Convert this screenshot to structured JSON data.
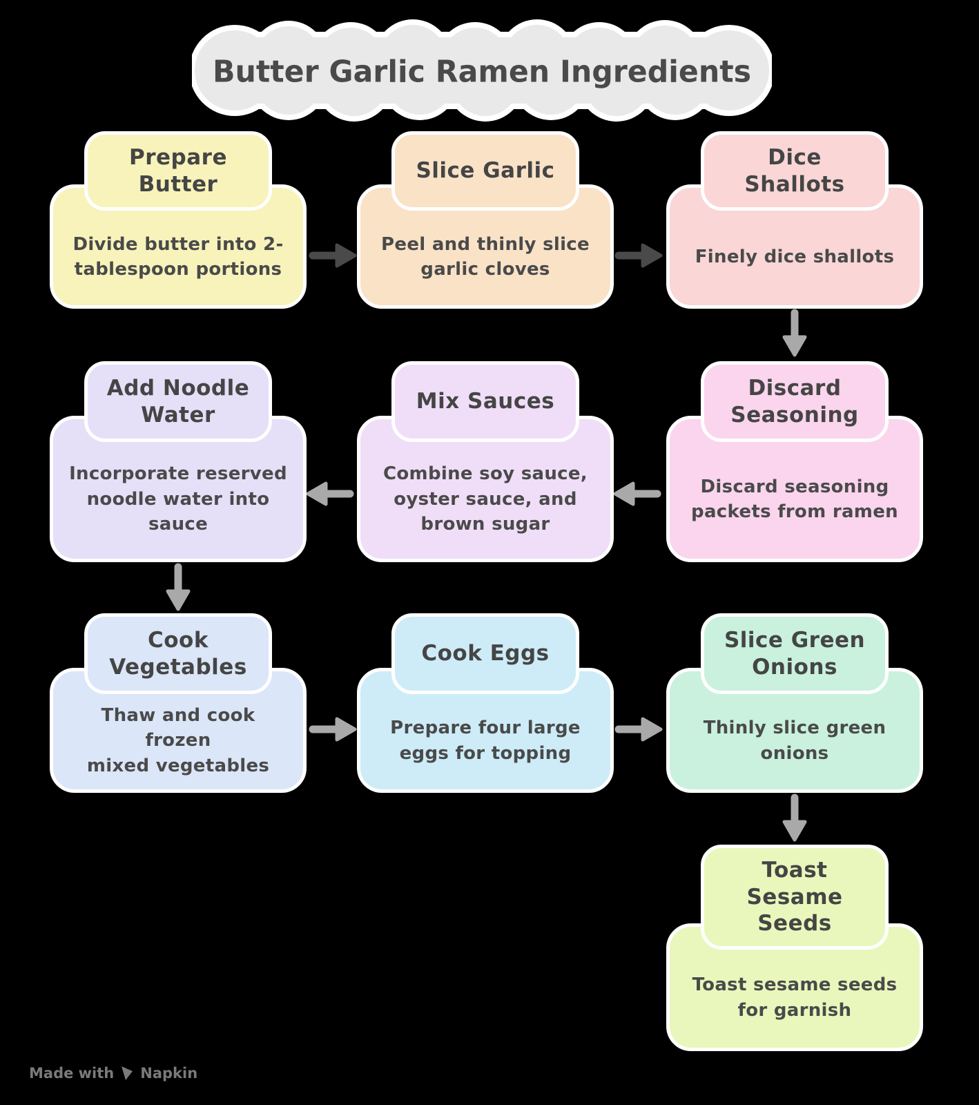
{
  "title": "Butter Garlic Ramen Ingredients",
  "palette": {
    "background": "#000000",
    "cloud_fill": "#e9e9e9",
    "cloud_border": "#ffffff",
    "node_text": "#454545",
    "arrow_dark": "#4a4a4a",
    "arrow_light": "#a9a9a9"
  },
  "nodes": [
    {
      "title": "Prepare\nButter",
      "desc": "Divide butter into 2-\ntablespoon portions",
      "color": "#f7f3ba"
    },
    {
      "title": "Slice Garlic",
      "desc": "Peel and thinly slice\ngarlic cloves",
      "color": "#fae2c7"
    },
    {
      "title": "Dice\nShallots",
      "desc": "Finely dice shallots",
      "color": "#fad6d6"
    },
    {
      "title": "Discard\nSeasoning",
      "desc": "Discard seasoning\npackets from ramen",
      "color": "#fad5ed"
    },
    {
      "title": "Mix Sauces",
      "desc": "Combine soy sauce,\noyster sauce, and\nbrown sugar",
      "color": "#f0def8"
    },
    {
      "title": "Add Noodle\nWater",
      "desc": "Incorporate reserved\nnoodle water into\nsauce",
      "color": "#e5dff8"
    },
    {
      "title": "Cook\nVegetables",
      "desc": "Thaw and cook frozen\nmixed vegetables",
      "color": "#dbe6f8"
    },
    {
      "title": "Cook Eggs",
      "desc": "Prepare four large\neggs for topping",
      "color": "#cdecf8"
    },
    {
      "title": "Slice Green\nOnions",
      "desc": "Thinly slice green\nonions",
      "color": "#c9f1de"
    },
    {
      "title": "Toast\nSesame\nSeeds",
      "desc": "Toast sesame seeds\nfor garnish",
      "color": "#e9f7bc"
    }
  ],
  "watermark": {
    "made_with": "Made with",
    "brand": "Napkin"
  }
}
